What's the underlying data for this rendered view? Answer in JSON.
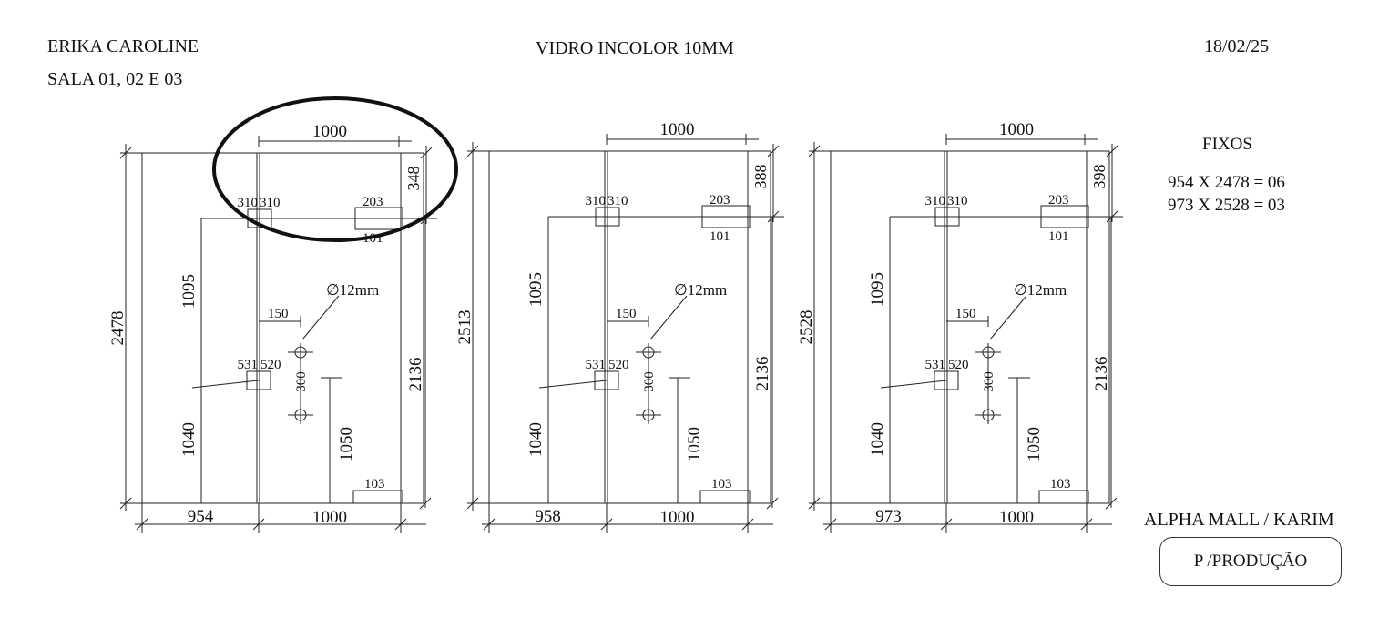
{
  "header": {
    "client": "ERIKA   CAROLINE",
    "rooms": "SALA 01, 02 E 03",
    "material": "VIDRO INCOLOR 10MM",
    "date": "18/02/25"
  },
  "fixos": {
    "title": "FIXOS",
    "lines": [
      "954 X 2478 = 06",
      "973 X 2528 = 03"
    ]
  },
  "footer": {
    "project": "ALPHA MALL / KARIM",
    "status": "P /PRODUÇÃO"
  },
  "drawings": [
    {
      "height_total": "2478",
      "top_width": "1000",
      "top_right": "348",
      "hinge_a": "310",
      "hinge_b": "310",
      "lock_top": "203",
      "lock_bottom": "101",
      "left_upper": "1095",
      "hole": "∅12mm",
      "offset_150": "150",
      "mid_a": "531",
      "mid_b": "520",
      "spacing": "300",
      "left_lower": "1040",
      "door_lower": "1050",
      "bottom_tab": "103",
      "right_height": "2136",
      "fixed_width": "954",
      "door_width": "1000",
      "highlighted": true
    },
    {
      "height_total": "2513",
      "top_width": "1000",
      "top_right": "388",
      "hinge_a": "310",
      "hinge_b": "310",
      "lock_top": "203",
      "lock_bottom": "101",
      "left_upper": "1095",
      "hole": "∅12mm",
      "offset_150": "150",
      "mid_a": "531",
      "mid_b": "520",
      "spacing": "300",
      "left_lower": "1040",
      "door_lower": "1050",
      "bottom_tab": "103",
      "right_height": "2136",
      "fixed_width": "958",
      "door_width": "1000",
      "highlighted": false
    },
    {
      "height_total": "2528",
      "top_width": "1000",
      "top_right": "398",
      "hinge_a": "310",
      "hinge_b": "310",
      "lock_top": "203",
      "lock_bottom": "101",
      "left_upper": "1095",
      "hole": "∅12mm",
      "offset_150": "150",
      "mid_a": "531",
      "mid_b": "520",
      "spacing": "300",
      "left_lower": "1040",
      "door_lower": "1050",
      "bottom_tab": "103",
      "right_height": "2136",
      "fixed_width": "973",
      "door_width": "1000",
      "highlighted": false
    }
  ]
}
